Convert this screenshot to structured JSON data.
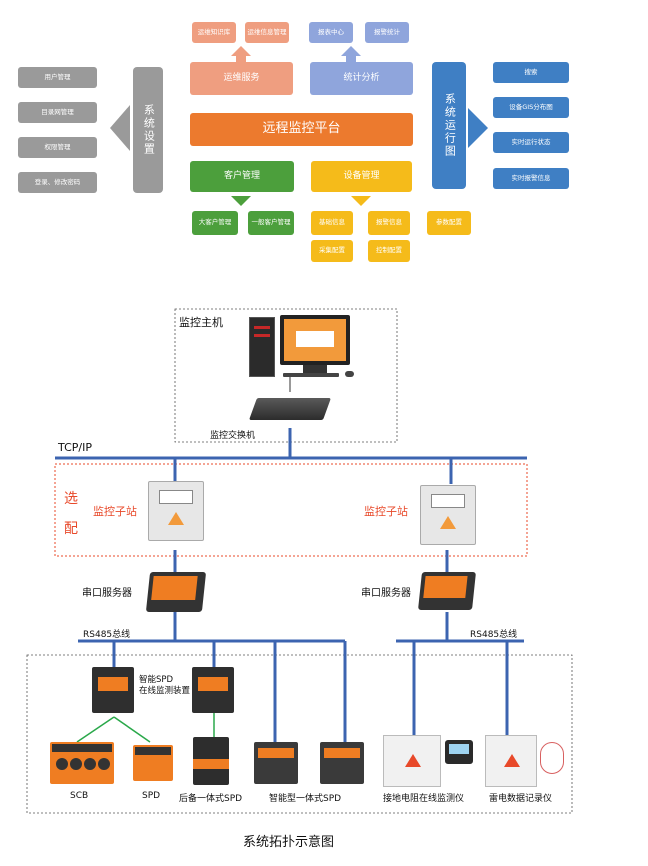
{
  "platform": {
    "title": "远程监控平台"
  },
  "top": {
    "ops": {
      "label": "运维服务",
      "children": [
        "运维知识库",
        "运维信息管理"
      ]
    },
    "stats": {
      "label": "统计分析",
      "children": [
        "报表中心",
        "报警统计"
      ]
    }
  },
  "left": {
    "label": "系统设置",
    "items": [
      "用户管理",
      "目录网管理",
      "权限管理",
      "登录、修改密码"
    ]
  },
  "right": {
    "label": "系统运行图",
    "items": [
      "搜索",
      "设备GIS分布图",
      "实时运行状态",
      "实时报警信息"
    ]
  },
  "customer": {
    "label": "客户管理",
    "children": [
      "大客户管理",
      "一般客户管理"
    ]
  },
  "device": {
    "label": "设备管理",
    "children": [
      "基础信息",
      "报警信息",
      "参数配置",
      "采集配置",
      "控制配置"
    ]
  },
  "topology": {
    "host_label": "监控主机",
    "switch_label": "监控交换机",
    "tcpip_label": "TCP/IP",
    "optional_label": "选配",
    "substation_label": "监控子站",
    "serial_label": "串口服务器",
    "rs485_label": "RS485总线",
    "smart_spd_label": "智能SPD\n在线监测装置",
    "devices": [
      "SCB",
      "SPD",
      "后备一体式SPD",
      "智能型一体式SPD",
      "接地电阻在线监测仪",
      "雷电数据记录仪"
    ]
  },
  "caption": "系统拓扑示意图",
  "colors": {
    "gray": "#9a9a9a",
    "blue": "#3f7fc4",
    "salmon": "#ef9e80",
    "lavender": "#8fa5dc",
    "orange": "#ec7a2e",
    "green": "#4c9f3c",
    "yellow": "#f5bb1a",
    "bus": "#3c64b0",
    "red": "#e8492a"
  }
}
